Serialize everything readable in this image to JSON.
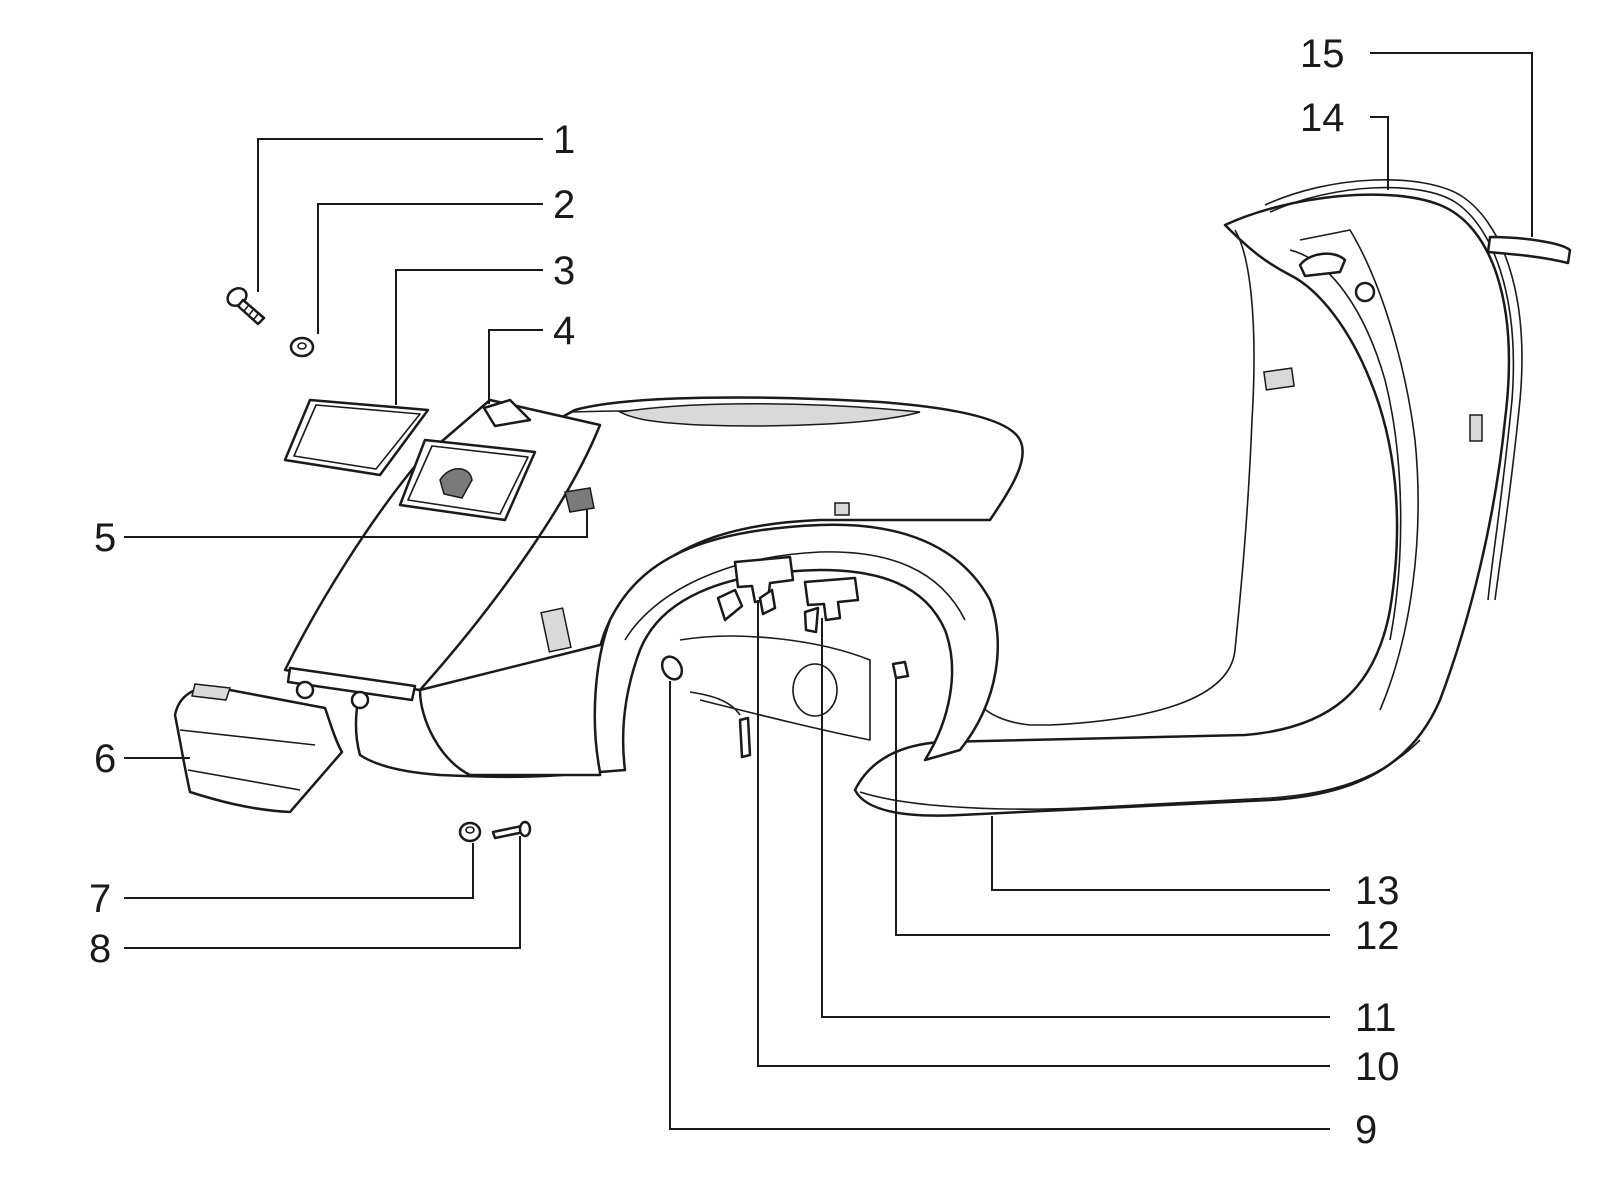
{
  "callouts": [
    {
      "id": "1",
      "label": "1"
    },
    {
      "id": "2",
      "label": "2"
    },
    {
      "id": "3",
      "label": "3"
    },
    {
      "id": "4",
      "label": "4"
    },
    {
      "id": "5",
      "label": "5"
    },
    {
      "id": "6",
      "label": "6"
    },
    {
      "id": "7",
      "label": "7"
    },
    {
      "id": "8",
      "label": "8"
    },
    {
      "id": "9",
      "label": "9"
    },
    {
      "id": "10",
      "label": "10"
    },
    {
      "id": "11",
      "label": "11"
    },
    {
      "id": "12",
      "label": "12"
    },
    {
      "id": "13",
      "label": "13"
    },
    {
      "id": "14",
      "label": "14"
    },
    {
      "id": "15",
      "label": "15"
    }
  ],
  "colors": {
    "ink": "#1a1a1a",
    "background": "#ffffff",
    "shade": "#d9d9d9"
  }
}
